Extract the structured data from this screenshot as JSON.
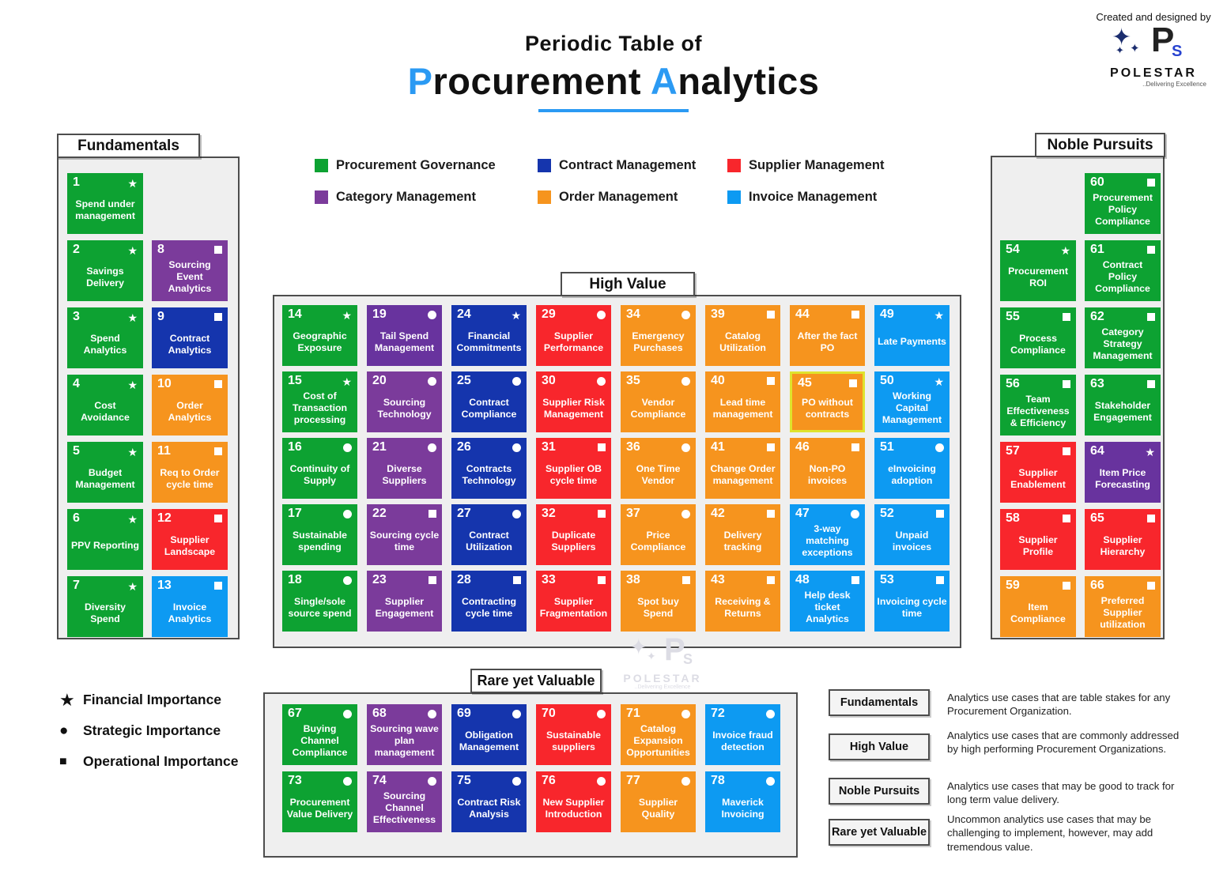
{
  "title": {
    "pre": "Periodic Table of",
    "main_parts": [
      {
        "text": "P",
        "accent": true
      },
      {
        "text": "rocurement ",
        "accent": false
      },
      {
        "text": "A",
        "accent": true
      },
      {
        "text": "nalytics",
        "accent": false
      }
    ],
    "accent_color": "#2b9af3"
  },
  "credit": {
    "line": "Created and designed by",
    "logo_p": "P",
    "logo_s": "S",
    "brand": "POLESTAR",
    "tagline": "..Delivering Excellence"
  },
  "watermark": {
    "brand": "POLESTAR",
    "tagline": "..Delivering Excellence",
    "logo_p": "P",
    "logo_s": "S"
  },
  "colors": {
    "green": "#0da232",
    "purple": "#7b3b9b",
    "purple_dark": "#68339e",
    "blue": "#1535ad",
    "red": "#f8262c",
    "orange": "#f6941e",
    "lightblue": "#0d9af2",
    "highlight_border": "#dfe32d"
  },
  "legend": {
    "items": [
      {
        "label": "Procurement Governance",
        "color": "green"
      },
      {
        "label": "Contract Management",
        "color": "blue"
      },
      {
        "label": "Supplier Management",
        "color": "red"
      },
      {
        "label": "Category Management",
        "color": "purple"
      },
      {
        "label": "Order Management",
        "color": "orange"
      },
      {
        "label": "Invoice Management",
        "color": "lightblue"
      }
    ]
  },
  "importance_key": {
    "items": [
      {
        "marker": "star",
        "glyph": "★",
        "label": "Financial Importance"
      },
      {
        "marker": "circle",
        "glyph": "●",
        "label": "Strategic Importance"
      },
      {
        "marker": "square",
        "glyph": "■",
        "label": "Operational Importance"
      }
    ]
  },
  "sections": {
    "fundamentals": {
      "name": "Fundamentals",
      "tiles": [
        {
          "n": 1,
          "label": "Spend under management",
          "color": "green",
          "marker": "star",
          "r": 1,
          "c": 1
        },
        {
          "n": 2,
          "label": "Savings Delivery",
          "color": "green",
          "marker": "star",
          "r": 2,
          "c": 1
        },
        {
          "n": 3,
          "label": "Spend Analytics",
          "color": "green",
          "marker": "star",
          "r": 3,
          "c": 1
        },
        {
          "n": 4,
          "label": "Cost Avoidance",
          "color": "green",
          "marker": "star",
          "r": 4,
          "c": 1
        },
        {
          "n": 5,
          "label": "Budget Management",
          "color": "green",
          "marker": "star",
          "r": 5,
          "c": 1
        },
        {
          "n": 6,
          "label": "PPV Reporting",
          "color": "green",
          "marker": "star",
          "r": 6,
          "c": 1
        },
        {
          "n": 7,
          "label": "Diversity Spend",
          "color": "green",
          "marker": "star",
          "r": 7,
          "c": 1
        },
        {
          "n": 8,
          "label": "Sourcing Event Analytics",
          "color": "purple",
          "marker": "square",
          "r": 2,
          "c": 2
        },
        {
          "n": 9,
          "label": "Contract Analytics",
          "color": "blue",
          "marker": "square",
          "r": 3,
          "c": 2
        },
        {
          "n": 10,
          "label": "Order Analytics",
          "color": "orange",
          "marker": "square",
          "r": 4,
          "c": 2
        },
        {
          "n": 11,
          "label": "Req to Order cycle time",
          "color": "orange",
          "marker": "square",
          "r": 5,
          "c": 2
        },
        {
          "n": 12,
          "label": "Supplier Landscape",
          "color": "red",
          "marker": "square",
          "r": 6,
          "c": 2
        },
        {
          "n": 13,
          "label": "Invoice Analytics",
          "color": "lightblue",
          "marker": "square",
          "r": 7,
          "c": 2
        }
      ]
    },
    "high_value": {
      "name": "High Value",
      "tiles": [
        {
          "n": 14,
          "label": "Geographic Exposure",
          "color": "green",
          "marker": "star",
          "r": 1,
          "c": 1
        },
        {
          "n": 15,
          "label": "Cost of Transaction processing",
          "color": "green",
          "marker": "star",
          "r": 2,
          "c": 1
        },
        {
          "n": 16,
          "label": "Continuity of Supply",
          "color": "green",
          "marker": "circle",
          "r": 3,
          "c": 1
        },
        {
          "n": 17,
          "label": "Sustainable spending",
          "color": "green",
          "marker": "circle",
          "r": 4,
          "c": 1
        },
        {
          "n": 18,
          "label": "Single/sole source spend",
          "color": "green",
          "marker": "circle",
          "r": 5,
          "c": 1
        },
        {
          "n": 19,
          "label": "Tail Spend Management",
          "color": "purple_dark",
          "marker": "circle",
          "r": 1,
          "c": 2
        },
        {
          "n": 20,
          "label": "Sourcing Technology",
          "color": "purple",
          "marker": "circle",
          "r": 2,
          "c": 2
        },
        {
          "n": 21,
          "label": "Diverse Suppliers",
          "color": "purple",
          "marker": "circle",
          "r": 3,
          "c": 2
        },
        {
          "n": 22,
          "label": "Sourcing cycle time",
          "color": "purple",
          "marker": "square",
          "r": 4,
          "c": 2
        },
        {
          "n": 23,
          "label": "Supplier Engagement",
          "color": "purple",
          "marker": "square",
          "r": 5,
          "c": 2
        },
        {
          "n": 24,
          "label": "Financial Commitments",
          "color": "blue",
          "marker": "star",
          "r": 1,
          "c": 3
        },
        {
          "n": 25,
          "label": "Contract Compliance",
          "color": "blue",
          "marker": "circle",
          "r": 2,
          "c": 3
        },
        {
          "n": 26,
          "label": "Contracts Technology",
          "color": "blue",
          "marker": "circle",
          "r": 3,
          "c": 3
        },
        {
          "n": 27,
          "label": "Contract Utilization",
          "color": "blue",
          "marker": "circle",
          "r": 4,
          "c": 3
        },
        {
          "n": 28,
          "label": "Contracting cycle time",
          "color": "blue",
          "marker": "square",
          "r": 5,
          "c": 3
        },
        {
          "n": 29,
          "label": "Supplier Performance",
          "color": "red",
          "marker": "circle",
          "r": 1,
          "c": 4
        },
        {
          "n": 30,
          "label": "Supplier Risk Management",
          "color": "red",
          "marker": "circle",
          "r": 2,
          "c": 4
        },
        {
          "n": 31,
          "label": "Supplier OB cycle time",
          "color": "red",
          "marker": "square",
          "r": 3,
          "c": 4
        },
        {
          "n": 32,
          "label": "Duplicate Suppliers",
          "color": "red",
          "marker": "square",
          "r": 4,
          "c": 4
        },
        {
          "n": 33,
          "label": "Supplier Fragmentation",
          "color": "red",
          "marker": "square",
          "r": 5,
          "c": 4
        },
        {
          "n": 34,
          "label": "Emergency Purchases",
          "color": "orange",
          "marker": "circle",
          "r": 1,
          "c": 5
        },
        {
          "n": 35,
          "label": "Vendor Compliance",
          "color": "orange",
          "marker": "circle",
          "r": 2,
          "c": 5
        },
        {
          "n": 36,
          "label": "One Time Vendor",
          "color": "orange",
          "marker": "circle",
          "r": 3,
          "c": 5
        },
        {
          "n": 37,
          "label": "Price Compliance",
          "color": "orange",
          "marker": "circle",
          "r": 4,
          "c": 5
        },
        {
          "n": 38,
          "label": "Spot buy Spend",
          "color": "orange",
          "marker": "square",
          "r": 5,
          "c": 5
        },
        {
          "n": 39,
          "label": "Catalog Utilization",
          "color": "orange",
          "marker": "square",
          "r": 1,
          "c": 6
        },
        {
          "n": 40,
          "label": "Lead time management",
          "color": "orange",
          "marker": "square",
          "r": 2,
          "c": 6
        },
        {
          "n": 41,
          "label": "Change Order management",
          "color": "orange",
          "marker": "square",
          "r": 3,
          "c": 6
        },
        {
          "n": 42,
          "label": "Delivery tracking",
          "color": "orange",
          "marker": "square",
          "r": 4,
          "c": 6
        },
        {
          "n": 43,
          "label": "Receiving & Returns",
          "color": "orange",
          "marker": "square",
          "r": 5,
          "c": 6
        },
        {
          "n": 44,
          "label": "After the fact PO",
          "color": "orange",
          "marker": "square",
          "r": 1,
          "c": 7
        },
        {
          "n": 45,
          "label": "PO without contracts",
          "color": "orange",
          "marker": "square",
          "r": 2,
          "c": 7,
          "highlight": true
        },
        {
          "n": 46,
          "label": "Non-PO invoices",
          "color": "orange",
          "marker": "square",
          "r": 3,
          "c": 7
        },
        {
          "n": 47,
          "label": "3-way matching exceptions",
          "color": "lightblue",
          "marker": "circle",
          "r": 4,
          "c": 7
        },
        {
          "n": 48,
          "label": "Help desk ticket Analytics",
          "color": "lightblue",
          "marker": "square",
          "r": 5,
          "c": 7
        },
        {
          "n": 49,
          "label": "Late Payments",
          "color": "lightblue",
          "marker": "star",
          "r": 1,
          "c": 8
        },
        {
          "n": 50,
          "label": "Working Capital Management",
          "color": "lightblue",
          "marker": "star",
          "r": 2,
          "c": 8
        },
        {
          "n": 51,
          "label": "eInvoicing adoption",
          "color": "lightblue",
          "marker": "circle",
          "r": 3,
          "c": 8
        },
        {
          "n": 52,
          "label": "Unpaid invoices",
          "color": "lightblue",
          "marker": "square",
          "r": 4,
          "c": 8
        },
        {
          "n": 53,
          "label": "Invoicing cycle time",
          "color": "lightblue",
          "marker": "square",
          "r": 5,
          "c": 8
        }
      ]
    },
    "noble_pursuits": {
      "name": "Noble Pursuits",
      "tiles": [
        {
          "n": 60,
          "label": "Procurement Policy Compliance",
          "color": "green",
          "marker": "square",
          "r": 1,
          "c": 2
        },
        {
          "n": 54,
          "label": "Procurement ROI",
          "color": "green",
          "marker": "star",
          "r": 2,
          "c": 1
        },
        {
          "n": 61,
          "label": "Contract Policy Compliance",
          "color": "green",
          "marker": "square",
          "r": 2,
          "c": 2
        },
        {
          "n": 55,
          "label": "Process Compliance",
          "color": "green",
          "marker": "square",
          "r": 3,
          "c": 1
        },
        {
          "n": 62,
          "label": "Category Strategy Management",
          "color": "green",
          "marker": "square",
          "r": 3,
          "c": 2
        },
        {
          "n": 56,
          "label": "Team Effectiveness & Efficiency",
          "color": "green",
          "marker": "square",
          "r": 4,
          "c": 1
        },
        {
          "n": 63,
          "label": "Stakeholder Engagement",
          "color": "green",
          "marker": "square",
          "r": 4,
          "c": 2
        },
        {
          "n": 57,
          "label": "Supplier Enablement",
          "color": "red",
          "marker": "square",
          "r": 5,
          "c": 1
        },
        {
          "n": 64,
          "label": "Item Price Forecasting",
          "color": "purple_dark",
          "marker": "star",
          "r": 5,
          "c": 2
        },
        {
          "n": 58,
          "label": "Supplier Profile",
          "color": "red",
          "marker": "square",
          "r": 6,
          "c": 1
        },
        {
          "n": 65,
          "label": "Supplier Hierarchy",
          "color": "red",
          "marker": "square",
          "r": 6,
          "c": 2
        },
        {
          "n": 59,
          "label": "Item Compliance",
          "color": "orange",
          "marker": "square",
          "r": 7,
          "c": 1
        },
        {
          "n": 66,
          "label": "Preferred Supplier utilization",
          "color": "orange",
          "marker": "square",
          "r": 7,
          "c": 2
        }
      ]
    },
    "rare_yet_valuable": {
      "name": "Rare yet Valuable",
      "tiles": [
        {
          "n": 67,
          "label": "Buying Channel Compliance",
          "color": "green",
          "marker": "circle",
          "r": 1,
          "c": 1
        },
        {
          "n": 68,
          "label": "Sourcing wave plan management",
          "color": "purple",
          "marker": "circle",
          "r": 1,
          "c": 2
        },
        {
          "n": 69,
          "label": "Obligation Management",
          "color": "blue",
          "marker": "circle",
          "r": 1,
          "c": 3
        },
        {
          "n": 70,
          "label": "Sustainable suppliers",
          "color": "red",
          "marker": "circle",
          "r": 1,
          "c": 4
        },
        {
          "n": 71,
          "label": "Catalog Expansion Opportunities",
          "color": "orange",
          "marker": "circle",
          "r": 1,
          "c": 5
        },
        {
          "n": 72,
          "label": "Invoice fraud detection",
          "color": "lightblue",
          "marker": "circle",
          "r": 1,
          "c": 6
        },
        {
          "n": 73,
          "label": "Procurement Value Delivery",
          "color": "green",
          "marker": "circle",
          "r": 2,
          "c": 1
        },
        {
          "n": 74,
          "label": "Sourcing Channel Effectiveness",
          "color": "purple",
          "marker": "circle",
          "r": 2,
          "c": 2
        },
        {
          "n": 75,
          "label": "Contract Risk Analysis",
          "color": "blue",
          "marker": "circle",
          "r": 2,
          "c": 3
        },
        {
          "n": 76,
          "label": "New Supplier Introduction",
          "color": "red",
          "marker": "circle",
          "r": 2,
          "c": 4
        },
        {
          "n": 77,
          "label": "Supplier Quality",
          "color": "orange",
          "marker": "circle",
          "r": 2,
          "c": 5
        },
        {
          "n": 78,
          "label": "Maverick Invoicing",
          "color": "lightblue",
          "marker": "circle",
          "r": 2,
          "c": 6
        }
      ]
    }
  },
  "descriptions": [
    {
      "box": "Fundamentals",
      "text": "Analytics use cases that are table stakes for any Procurement Organization."
    },
    {
      "box": "High Value",
      "text": "Analytics use cases that are commonly addressed by high performing Procurement Organizations."
    },
    {
      "box": "Noble Pursuits",
      "text": "Analytics use cases that may be good to track for long term value delivery."
    },
    {
      "box": "Rare yet Valuable",
      "text": "Uncommon analytics use cases that may be challenging to implement, however, may add tremendous value."
    }
  ]
}
